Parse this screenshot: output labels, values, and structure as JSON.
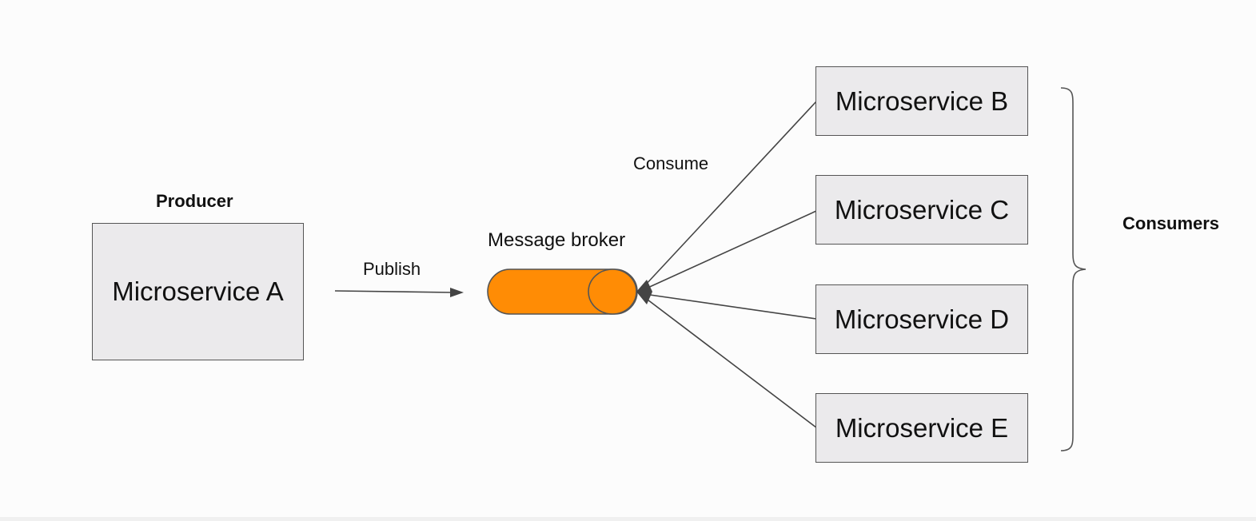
{
  "producer": {
    "heading": "Producer",
    "service": "Microservice A"
  },
  "publish_label": "Publish",
  "broker": {
    "label": "Message broker",
    "color": "#ff8c05"
  },
  "consume_label": "Consume",
  "consumers": {
    "heading": "Consumers",
    "services": [
      "Microservice B",
      "Microservice C",
      "Microservice D",
      "Microservice E"
    ]
  },
  "colors": {
    "box_fill": "#ebeaec",
    "box_border": "#555555",
    "line": "#444444"
  }
}
